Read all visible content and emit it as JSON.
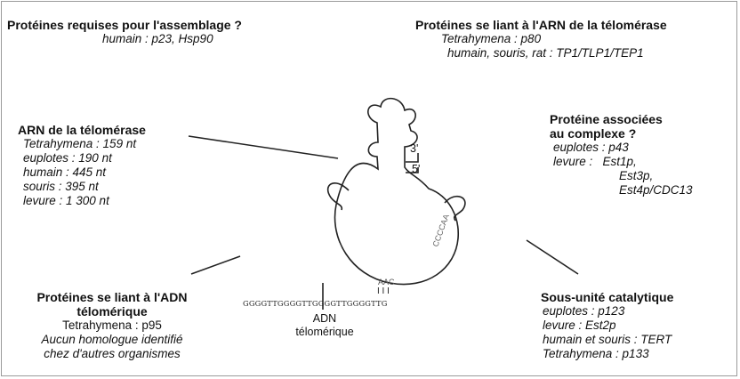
{
  "assembly": {
    "title": "Protéines requises pour l'assemblage ?",
    "line": "humain : p23, Hsp90"
  },
  "rna_binding": {
    "title": "Protéines se liant à l'ARN de la télomérase",
    "line1": "Tetrahymena : p80",
    "line2": "humain, souris, rat : TP1/TLP1/TEP1"
  },
  "rna": {
    "title": "ARN de la télomérase",
    "items": [
      "Tetrahymena : 159 nt",
      "euplotes : 190 nt",
      "humain : 445 nt",
      "souris : 395 nt",
      "levure : 1 300 nt"
    ]
  },
  "associated": {
    "title_line1": "Protéine associées",
    "title_line2": "au complexe ?",
    "items": [
      "euplotes : p43",
      "levure :   Est1p,",
      "Est3p,",
      "Est4p/CDC13"
    ]
  },
  "dna_binding": {
    "title_line1": "Protéines se liant à l'ADN",
    "title_line2": "télomérique",
    "items": [
      "Tetrahymena : p95",
      "Aucun homologue identifié",
      "chez d'autres organismes"
    ]
  },
  "catalytic": {
    "title": "Sous-unité catalytique",
    "items": [
      "euplotes : p123",
      "levure : Est2p",
      "humain et souris : TERT",
      "Tetrahymena : p133"
    ]
  },
  "diagram": {
    "prime3": "3'",
    "prime5": "5'",
    "template": "CCCCAA",
    "aac": "AAC",
    "bars": "I I I",
    "sequence": "GGGGTTGGGGTTGGGGTTGGGGTTG",
    "dna_line1": "ADN",
    "dna_line2": "télomérique"
  }
}
